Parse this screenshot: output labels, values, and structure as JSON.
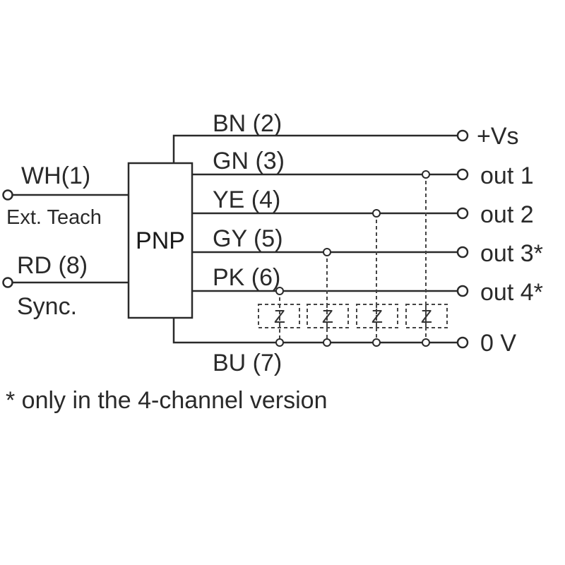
{
  "inputs": {
    "wh": {
      "code": "WH(1)",
      "function": "Ext. Teach"
    },
    "rd": {
      "code": "RD  (8)",
      "function": "Sync."
    }
  },
  "block": {
    "label": "PNP"
  },
  "wires": {
    "bn": "BN (2)",
    "gn": "GN (3)",
    "ye": "YE  (4)",
    "gy": "GY  (5)",
    "pk": "PK  (6)",
    "bu": "BU (7)"
  },
  "outputs": {
    "vs": "+Vs",
    "out1": "out 1",
    "out2": "out 2",
    "out3": "out 3*",
    "out4": "out 4*",
    "zero": "0 V"
  },
  "loads": [
    "Z",
    "Z",
    "Z",
    "Z"
  ],
  "footnote": "* only in the 4-channel version"
}
